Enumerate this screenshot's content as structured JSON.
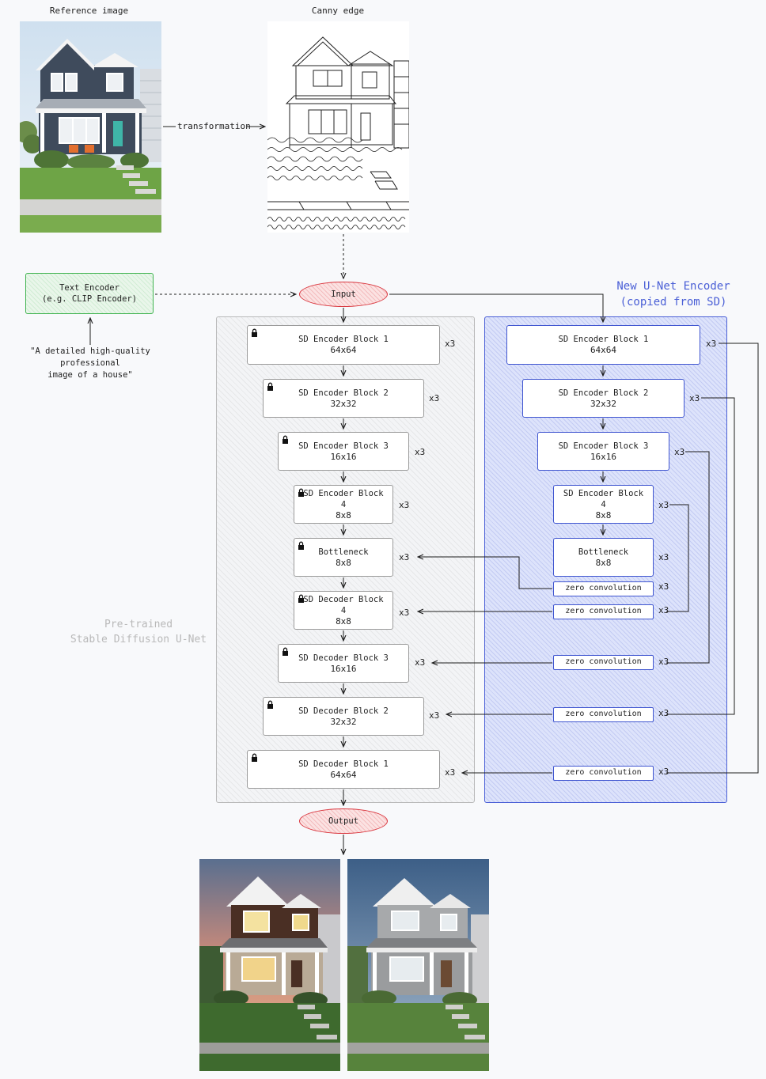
{
  "top": {
    "reference_label": "Reference image",
    "canny_label": "Canny edge",
    "transformation_label": "transformation"
  },
  "text_encoder": {
    "line1": "Text Encoder",
    "line2": "(e.g. CLIP Encoder)",
    "prompt_line1": "\"A detailed high-quality professional",
    "prompt_line2": "image of a house\""
  },
  "input_label": "Input",
  "output_label": "Output",
  "left_panel": {
    "title_line1": "Pre-trained",
    "title_line2": "Stable Diffusion U-Net",
    "blocks": [
      {
        "title": "SD Encoder Block 1",
        "size": "64x64",
        "mult": "x3"
      },
      {
        "title": "SD Encoder Block 2",
        "size": "32x32",
        "mult": "x3"
      },
      {
        "title": "SD Encoder Block 3",
        "size": "16x16",
        "mult": "x3"
      },
      {
        "title": "SD Encoder Block",
        "title2": "4",
        "size": "8x8",
        "mult": "x3"
      },
      {
        "title": "Bottleneck",
        "size": "8x8",
        "mult": "x3"
      },
      {
        "title": "SD Decoder Block",
        "title2": "4",
        "size": "8x8",
        "mult": "x3"
      },
      {
        "title": "SD Decoder Block 3",
        "size": "16x16",
        "mult": "x3"
      },
      {
        "title": "SD Decoder Block 2",
        "size": "32x32",
        "mult": "x3"
      },
      {
        "title": "SD Decoder Block 1",
        "size": "64x64",
        "mult": "x3"
      }
    ]
  },
  "right_panel": {
    "title_line1": "New U-Net Encoder",
    "title_line2": "(copied from SD)",
    "blocks": [
      {
        "title": "SD Encoder Block 1",
        "size": "64x64",
        "mult": "x3"
      },
      {
        "title": "SD Encoder Block 2",
        "size": "32x32",
        "mult": "x3"
      },
      {
        "title": "SD Encoder Block 3",
        "size": "16x16",
        "mult": "x3"
      },
      {
        "title": "SD Encoder Block",
        "title2": "4",
        "size": "8x8",
        "mult": "x3"
      },
      {
        "title": "Bottleneck",
        "size": "8x8",
        "mult": "x3"
      }
    ],
    "zero_convs": [
      {
        "label": "zero convolution",
        "mult": "x3"
      },
      {
        "label": "zero convolution",
        "mult": "x3"
      },
      {
        "label": "zero convolution",
        "mult": "x3"
      },
      {
        "label": "zero convolution",
        "mult": "x3"
      },
      {
        "label": "zero convolution",
        "mult": "x3"
      }
    ]
  },
  "colors": {
    "control_blue": "#4a5fd6",
    "input_red": "#d9363e",
    "encoder_green": "#3fb34f",
    "frozen_gray": "#b9b9b9"
  }
}
